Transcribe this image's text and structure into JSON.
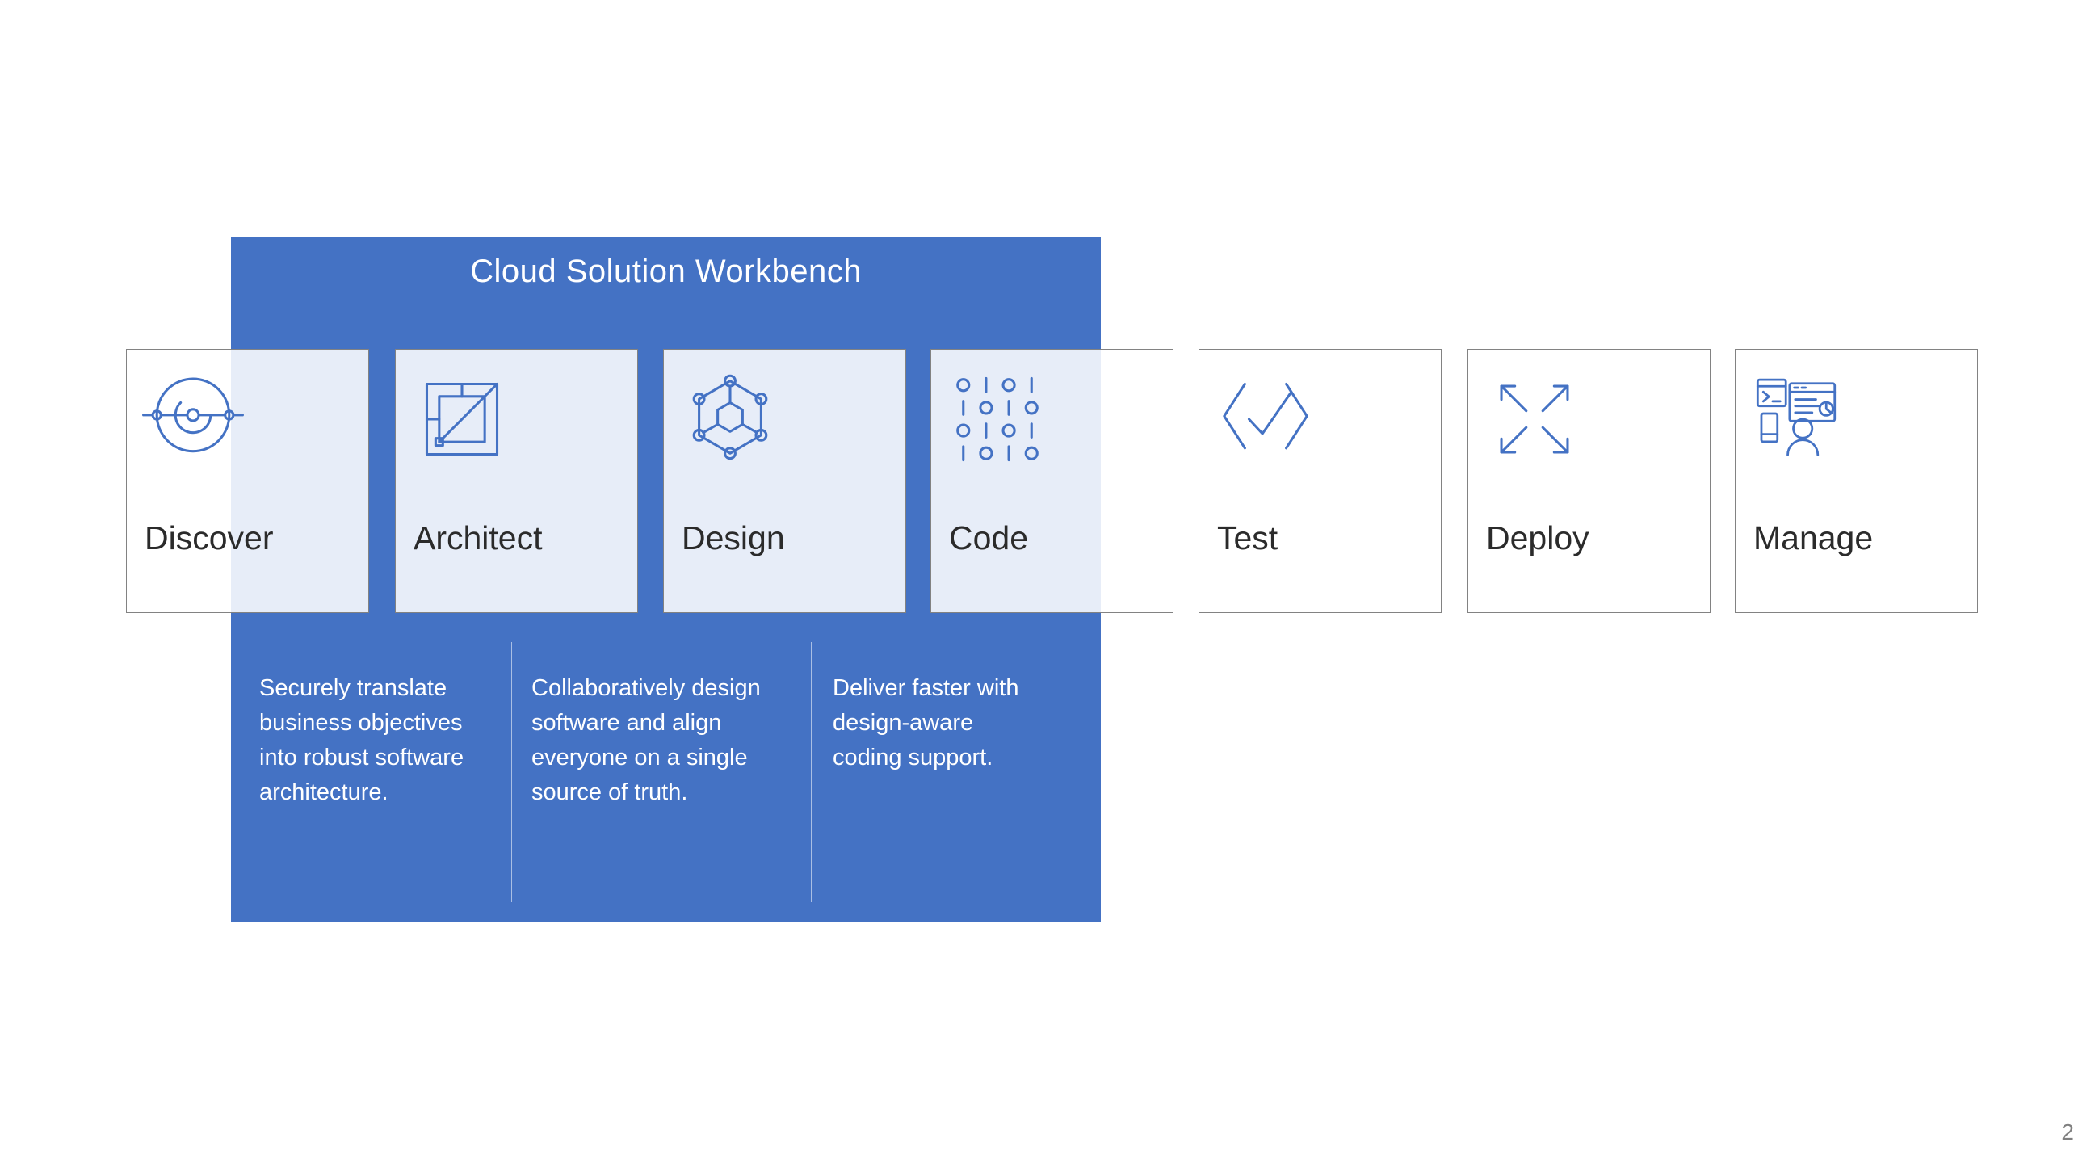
{
  "slide": {
    "title": "Cloud Solution Workbench",
    "page_number": "2"
  },
  "stages": [
    {
      "label": "Discover",
      "icon": "discover-icon"
    },
    {
      "label": "Architect",
      "icon": "architect-icon"
    },
    {
      "label": "Design",
      "icon": "design-icon"
    },
    {
      "label": "Code",
      "icon": "code-icon"
    },
    {
      "label": "Test",
      "icon": "test-icon"
    },
    {
      "label": "Deploy",
      "icon": "deploy-icon"
    },
    {
      "label": "Manage",
      "icon": "manage-icon"
    }
  ],
  "workbench": {
    "descriptions": [
      {
        "text": "Securely translate\nbusiness objectives\ninto robust software\narchitecture."
      },
      {
        "text": "Collaboratively design\nsoftware and align\neveryone on a single\nsource of truth."
      },
      {
        "text": "Deliver faster with\ndesign-aware\ncoding support."
      }
    ]
  },
  "colors": {
    "accent": "#4472C4",
    "panel": "#4472C4",
    "box_tint": "#E7ECF7",
    "box_border": "#828282",
    "label_text": "#2B2B2B"
  }
}
